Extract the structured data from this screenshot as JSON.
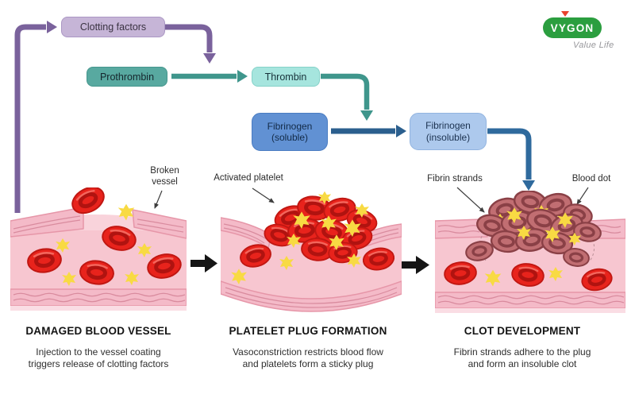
{
  "logo": {
    "brand": "VYGON",
    "tagline": "Value Life"
  },
  "flowchart": {
    "clotting_factors": "Clotting factors",
    "prothrombin": "Prothrombin",
    "thrombin": "Thrombin",
    "fibrinogen_soluble": "Fibrinogen\n(soluble)",
    "fibrinogen_insoluble": "Fibrinogen\n(insoluble)"
  },
  "annotations": {
    "broken_vessel": "Broken\nvessel",
    "activated_platelet": "Activated platelet",
    "fibrin_strands": "Fibrin strands",
    "blood_dot": "Blood dot"
  },
  "stages": [
    {
      "title": "DAMAGED BLOOD VESSEL",
      "description": "Injection to the vessel coating\ntriggers release of clotting factors"
    },
    {
      "title": "PLATELET PLUG FORMATION",
      "description": "Vasoconstriction restricts blood flow\nand platelets form a sticky plug"
    },
    {
      "title": "CLOT DEVELOPMENT",
      "description": "Fibrin strands adhere to the plug\nand form an insoluble clot"
    }
  ],
  "colors": {
    "purple_arrow": "#7a629c",
    "teal_arrow": "#3f968c",
    "dark_blue_arrow": "#2b5f8e",
    "steel_blue_arrow": "#2f6a9d",
    "clotting_factors_bg": "#c6b5d7",
    "prothrombin_bg": "#58a9a0",
    "thrombin_bg": "#a6e5de",
    "fibrinogen_soluble_bg": "#6191d3",
    "fibrinogen_insoluble_bg": "#adc9ed",
    "logo_green": "#2b9e3f",
    "logo_triangle_red": "#e8432e",
    "red_blood_cell": "#e8231c",
    "platelet_yellow": "#f8da43",
    "vessel_wall_pink": "#f4bac8",
    "vessel_interior_pink": "#f7c6d0",
    "clot_maroon": "#c16e72",
    "stage_arrow_black": "#151515"
  }
}
